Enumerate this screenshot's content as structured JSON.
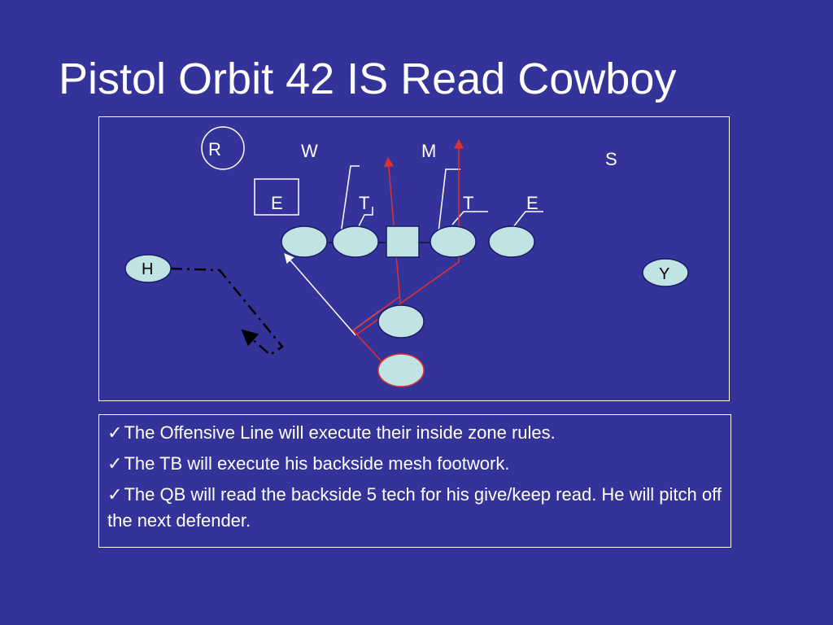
{
  "slide": {
    "title": "Pistol Orbit 42 IS Read Cowboy",
    "background": "#333399"
  },
  "diagram": {
    "defense": {
      "R": "R",
      "W": "W",
      "M": "M",
      "S": "S",
      "E_left": "E",
      "T_left": "T",
      "T_right": "T",
      "E_right": "E"
    },
    "offense": {
      "H": "H",
      "Y": "Y"
    },
    "colors": {
      "player_fill": "#c0e4e4",
      "player_stroke": "#1a1a66",
      "route_red": "#e03030",
      "line_white": "#ffffff",
      "line_black": "#000000"
    }
  },
  "notes": {
    "check_icon": "check-mark-icon",
    "check_glyph": "✓",
    "bullets": [
      "The Offensive Line will execute their inside zone rules.",
      "The TB will execute his backside mesh footwork.",
      "The QB will read the backside 5 tech for his give/keep read.  He will pitch off the next defender."
    ]
  }
}
